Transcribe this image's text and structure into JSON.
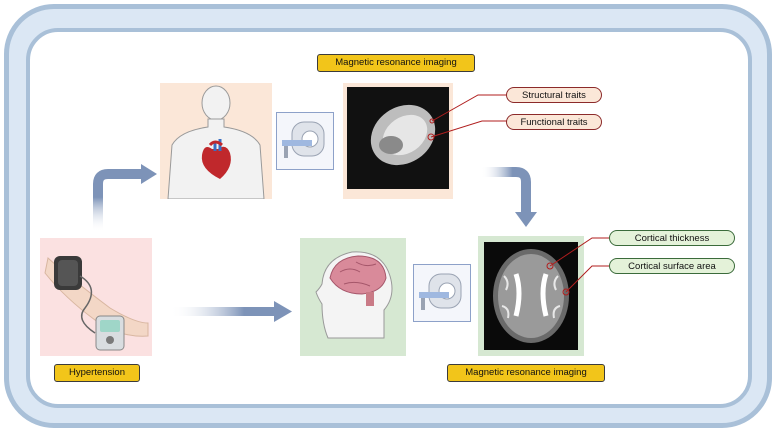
{
  "labels": {
    "hypertension": "Hypertension",
    "mri_top": "Magnetic resonance imaging",
    "mri_bottom": "Magnetic resonance imaging"
  },
  "heart_traits": [
    {
      "label": "Structural traits"
    },
    {
      "label": "Functional traits"
    }
  ],
  "brain_traits": [
    {
      "label": "Cortical thickness"
    },
    {
      "label": "Cortical surface area"
    }
  ],
  "colors": {
    "frame": "#a9c0d8",
    "frame_fill": "#dbe7f4",
    "label_yellow": "#f2c51a",
    "arrow": "#7d93b8",
    "heart_panel": "#fbe7d8",
    "brain_panel": "#d6e8d2",
    "bp_panel": "#fbe1e1",
    "connector_red": "#b01e1e"
  },
  "icons": [
    "blood-pressure-monitor-icon",
    "torso-heart-icon",
    "mri-scanner-icon",
    "cardiac-mri-image",
    "head-brain-icon",
    "brain-mri-image"
  ]
}
